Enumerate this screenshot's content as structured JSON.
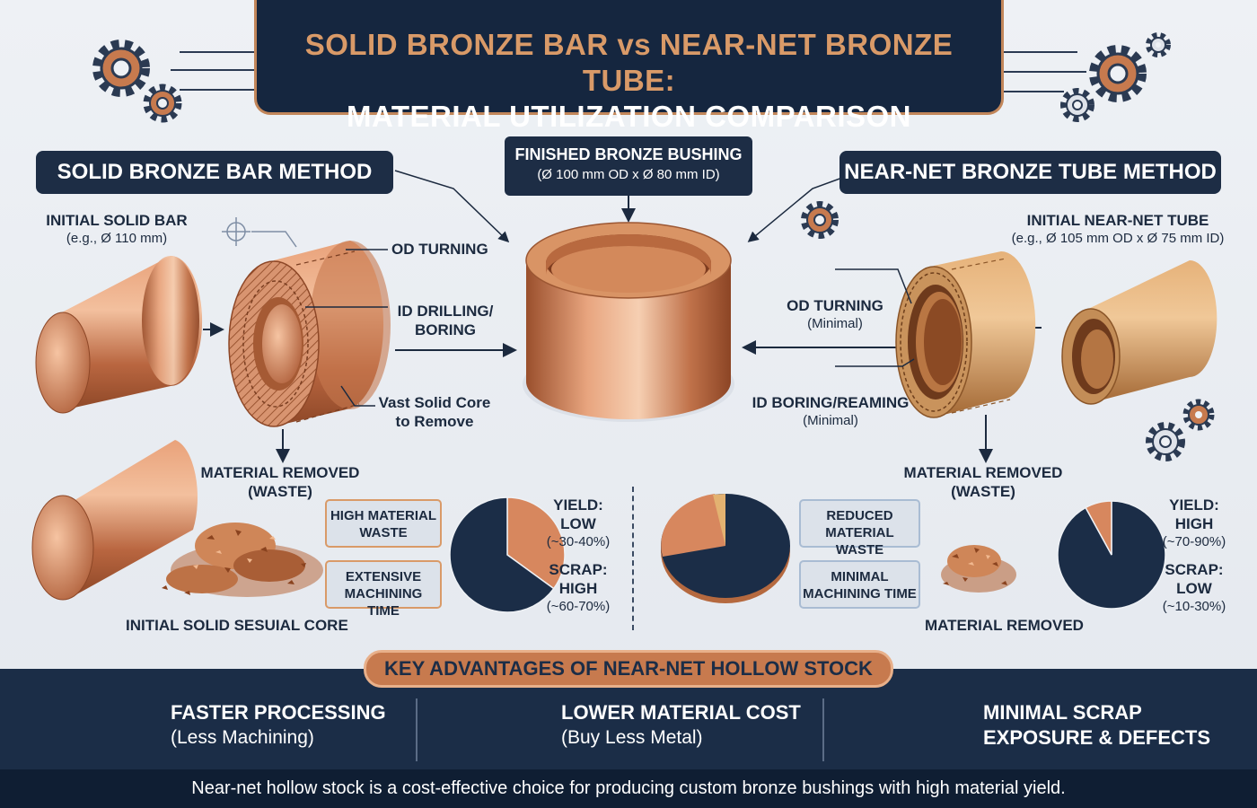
{
  "title": {
    "line1": "SOLID BRONZE BAR vs NEAR-NET BRONZE TUBE:",
    "line2": "MATERIAL UTILIZATION COMPARISON"
  },
  "left": {
    "header": "SOLID BRONZE BAR METHOD",
    "initial_title": "INITIAL SOLID BAR",
    "initial_sub": "(e.g., Ø 110 mm)",
    "od_turning": "OD TURNING",
    "id_drilling_1": "ID DRILLING/",
    "id_drilling_2": "BORING",
    "vast_1": "Vast Solid Core",
    "vast_2": "to Remove",
    "removed_1": "MATERIAL REMOVED",
    "removed_2": "(WASTE)",
    "core_label": "INITIAL SOLID SESUIAL CORE",
    "tag1_1": "HIGH MATERIAL",
    "tag1_2": "WASTE",
    "tag2_1": "EXTENSIVE",
    "tag2_2": "MACHINING TIME",
    "yield_1": "YIELD:",
    "yield_2": "LOW",
    "yield_3": "(~30-40%)",
    "scrap_1": "SCRAP:",
    "scrap_2": "HIGH",
    "scrap_3": "(~60-70%)"
  },
  "center": {
    "title": "FINISHED BRONZE BUSHING",
    "sub": "(Ø 100 mm OD x Ø 80 mm ID)"
  },
  "right": {
    "header": "NEAR-NET BRONZE TUBE METHOD",
    "initial_title": "INITIAL NEAR-NET TUBE",
    "initial_sub": "(e.g., Ø 105 mm OD x Ø 75 mm ID)",
    "od_turning": "OD TURNING",
    "od_minimal": "(Minimal)",
    "id_boring": "ID BORING/REAMING",
    "id_minimal": "(Minimal)",
    "removed_1": "MATERIAL REMOVED",
    "removed_2": "(WASTE)",
    "removed_small": "MATERIAL REMOVED",
    "tag1_1": "REDUCED",
    "tag1_2": "MATERIAL WASTE",
    "tag2_1": "MINIMAL",
    "tag2_2": "MACHINING TIME",
    "yield_1": "YIELD:",
    "yield_2": "HIGH",
    "yield_3": "(~70-90%)",
    "scrap_1": "SCRAP:",
    "scrap_2": "LOW",
    "scrap_3": "(~10-30%)"
  },
  "advantages": {
    "title": "KEY ADVANTAGES OF NEAR-NET HOLLOW STOCK",
    "a1_title": "FASTER PROCESSING",
    "a1_sub": "(Less Machining)",
    "a2_title": "LOWER MATERIAL COST",
    "a2_sub": "(Buy Less Metal)",
    "a3_title_1": "MINIMAL SCRAP",
    "a3_title_2": "EXPOSURE & DEFECTS"
  },
  "footer": "Near-net hollow stock is a cost-effective choice for producing custom bronze bushings with high material yield.",
  "chart_data": [
    {
      "type": "pie",
      "name": "solid-bar-yield",
      "slices": [
        {
          "label": "YIELD",
          "value": 35,
          "color": "#d7875e"
        },
        {
          "label": "SCRAP",
          "value": 65,
          "color": "#1b2d47"
        }
      ]
    },
    {
      "type": "pie",
      "name": "near-net-yield",
      "slices": [
        {
          "label": "YIELD",
          "value": 92,
          "color": "#1b2d47"
        },
        {
          "label": "SCRAP",
          "value": 8,
          "color": "#d7875e"
        }
      ]
    }
  ],
  "colors": {
    "navy": "#1b2d47",
    "copper": "#c77a4e",
    "bronze": "#d7875e"
  }
}
